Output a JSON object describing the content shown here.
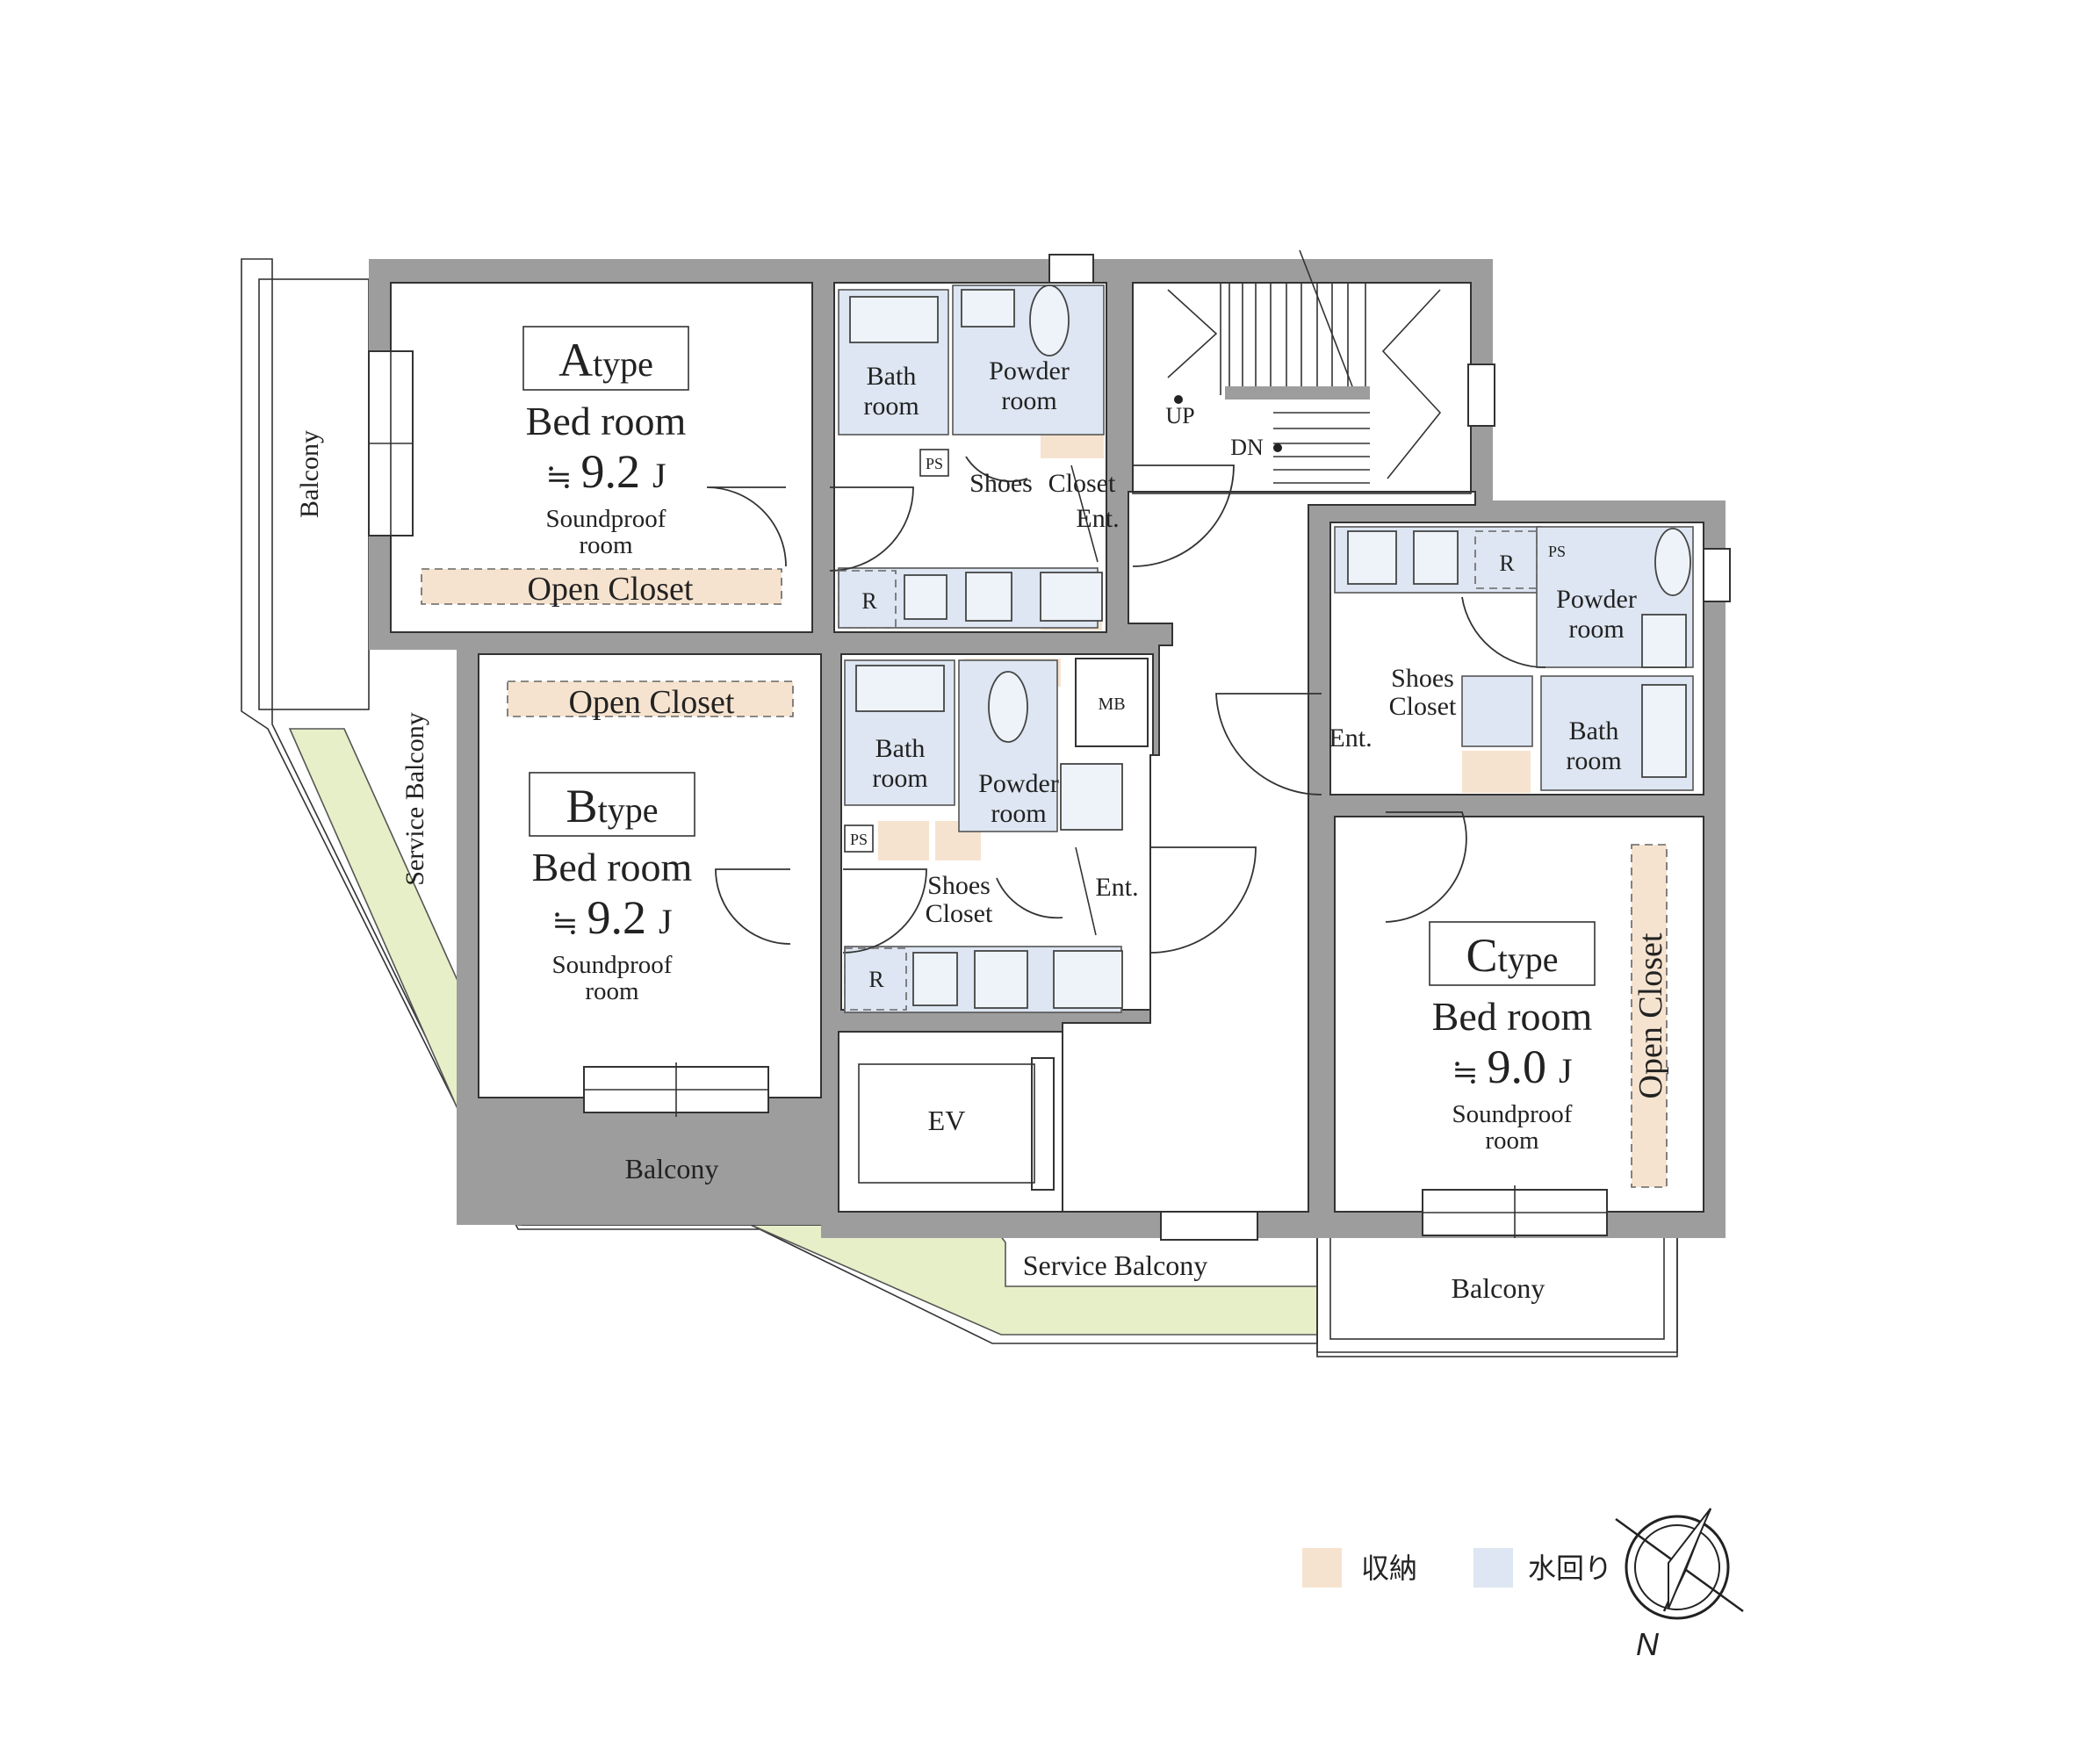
{
  "units": {
    "a": {
      "type_letter": "A",
      "type_word": "type",
      "bedroom": "Bed room",
      "approx": "≒",
      "area": "9.2",
      "unit": "J",
      "soundproof_1": "Soundproof",
      "soundproof_2": "room",
      "closet": "Open Closet"
    },
    "b": {
      "type_letter": "B",
      "type_word": "type",
      "bedroom": "Bed room",
      "approx": "≒",
      "area": "9.2",
      "unit": "J",
      "soundproof_1": "Soundproof",
      "soundproof_2": "room",
      "closet": "Open Closet"
    },
    "c": {
      "type_letter": "C",
      "type_word": "type",
      "bedroom": "Bed room",
      "approx": "≒",
      "area": "9.0",
      "unit": "J",
      "soundproof_1": "Soundproof",
      "soundproof_2": "room",
      "closet": "Open Closet"
    }
  },
  "labels": {
    "bath_1": "Bath",
    "bath_2": "room",
    "powder_1": "Powder",
    "powder_2": "room",
    "shoes": "Shoes",
    "closet": "Closet",
    "ent": "Ent.",
    "ps": "PS",
    "r": "R",
    "mb": "MB",
    "ev": "EV",
    "up": "UP",
    "dn": "DN",
    "balcony": "Balcony",
    "service_balcony": "Service Balcony"
  },
  "legend": {
    "storage": "収納",
    "water": "水回り",
    "north": "N"
  },
  "colors": {
    "wall": "#9d9d9d",
    "storage": "#f6e3cf",
    "water": "#dde6f2",
    "green": "#e7efc8"
  }
}
